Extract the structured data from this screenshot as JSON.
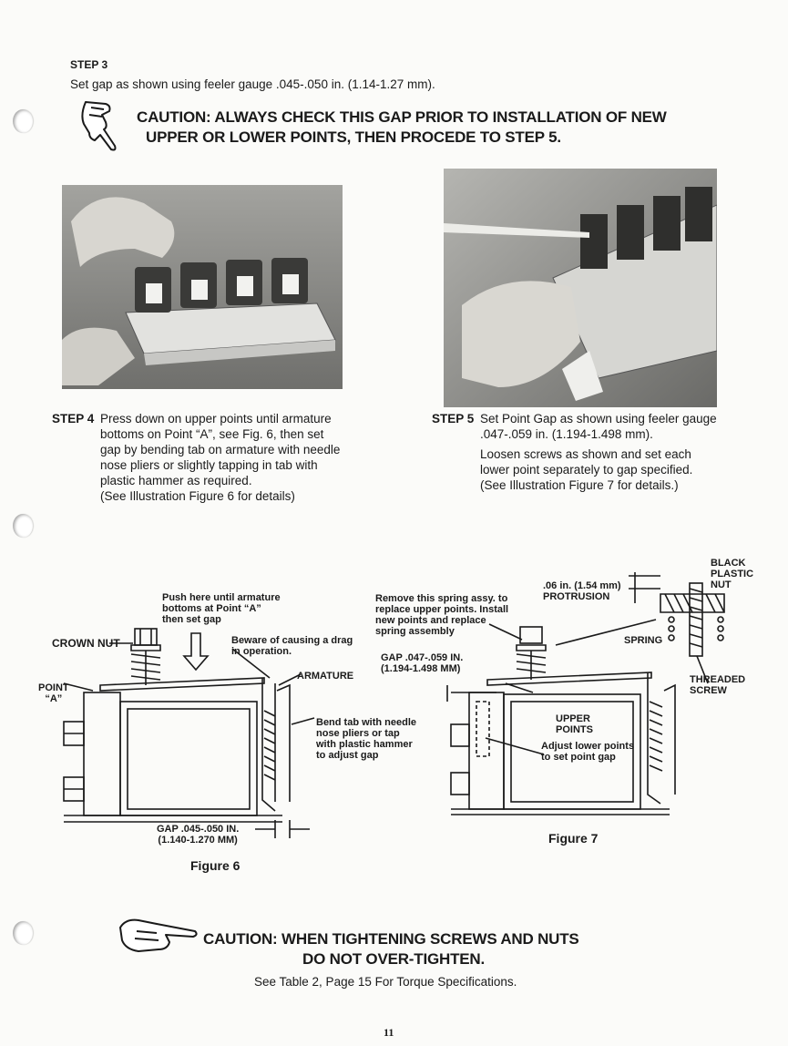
{
  "step3": {
    "heading": "STEP 3",
    "text": "Set gap as shown using feeler gauge .045-.050 in. (1.14-1.27 mm)."
  },
  "caution1": {
    "line1": "CAUTION: ALWAYS CHECK THIS GAP PRIOR TO INSTALLATION OF NEW",
    "line2": "UPPER OR LOWER POINTS, THEN PROCEDE TO STEP 5."
  },
  "step4": {
    "heading": "STEP 4",
    "lines": [
      "Press down on upper points until armature",
      "bottoms on Point “A”, see Fig. 6, then set",
      "gap by bending tab on armature with needle",
      "nose pliers or slightly tapping in tab with",
      "plastic hammer as required.",
      "(See Illustration Figure 6 for details)"
    ]
  },
  "step5": {
    "heading": "STEP 5",
    "lines": [
      "Set Point Gap as shown using feeler gauge",
      ".047-.059 in. (1.194-1.498 mm).",
      "",
      "Loosen screws as shown and set each",
      "lower point separately to gap specified.",
      "(See Illustration Figure 7 for details.)"
    ]
  },
  "figure6": {
    "caption": "Figure 6",
    "labels": {
      "push": [
        "Push here until armature",
        "bottoms at Point “A”",
        "then set gap"
      ],
      "crown_nut": "CROWN NUT",
      "beware": [
        "Beware of causing a drag",
        "in operation."
      ],
      "armature": "ARMATURE",
      "point": [
        "POINT",
        "“A”"
      ],
      "bend": [
        "Bend tab with needle",
        "nose pliers or tap",
        "with plastic hammer",
        "to adjust gap"
      ],
      "gap": [
        "GAP .045-.050 IN.",
        "(1.140-1.270 MM)"
      ]
    }
  },
  "figure7": {
    "caption": "Figure 7",
    "labels": {
      "remove": [
        "Remove this spring assy. to",
        "replace upper points. Install",
        "new points and replace",
        "spring assembly"
      ],
      "protrusion": [
        ".06 in. (1.54 mm)",
        "PROTRUSION"
      ],
      "black_nut": [
        "BLACK",
        "PLASTIC",
        "NUT"
      ],
      "spring": "SPRING",
      "gap": [
        "GAP .047-.059 IN.",
        "(1.194-1.498 MM)"
      ],
      "threaded": [
        "THREADED",
        "SCREW"
      ],
      "upper_points": [
        "UPPER",
        "POINTS"
      ],
      "adjust": [
        "Adjust lower points",
        "to set point gap"
      ]
    }
  },
  "caution2": {
    "line1": "CAUTION: WHEN TIGHTENING SCREWS AND NUTS",
    "line2": "DO NOT OVER-TIGHTEN.",
    "note": "See Table 2, Page 15 For Torque Specifications."
  },
  "page_number": "11"
}
